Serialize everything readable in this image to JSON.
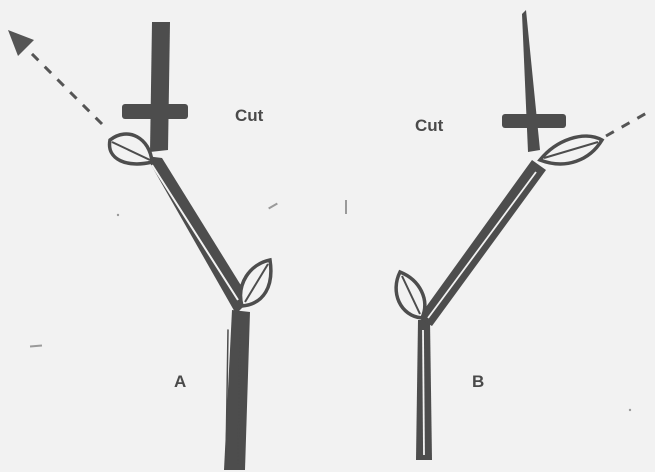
{
  "figure": {
    "cut_label_a": "Cut",
    "cut_label_b": "Cut",
    "letter_a": "A",
    "letter_b": "B"
  }
}
